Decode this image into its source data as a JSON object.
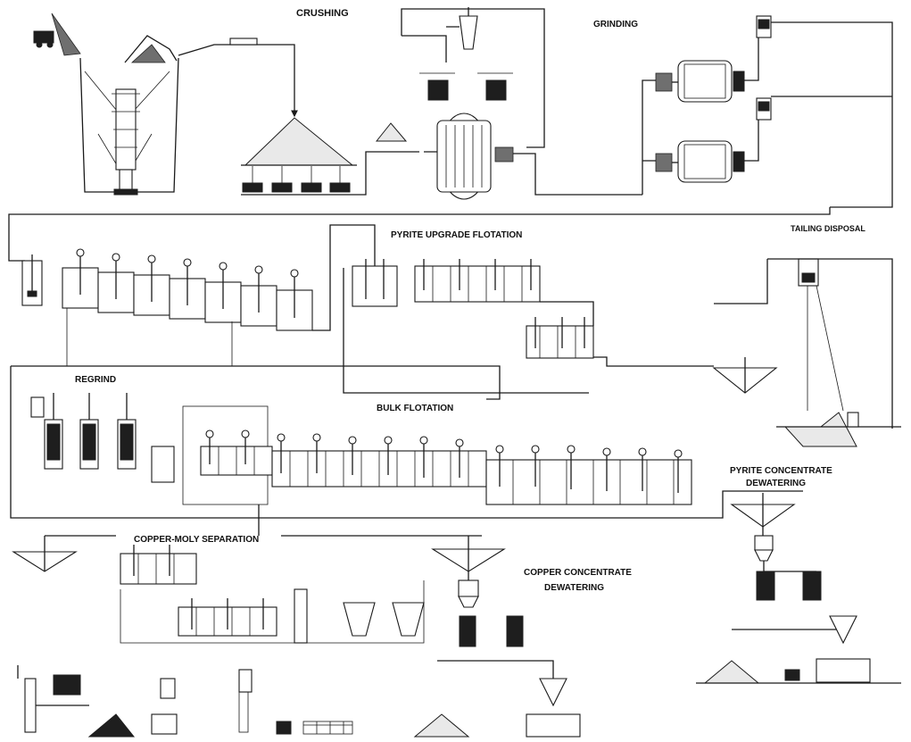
{
  "sections": {
    "crushing": "CRUSHING",
    "grinding": "GRINDING",
    "pyrite_upgrade": "PYRITE UPGRADE FLOTATION",
    "tailing_disposal": "TAILING DISPOSAL",
    "regrind": "REGRIND",
    "bulk_flotation": "BULK FLOTATION",
    "pyrite_conc_line1": "PYRITE CONCENTRATE",
    "pyrite_conc_line2": "DEWATERING",
    "copper_moly": "COPPER-MOLY SEPARATION",
    "copper_conc_line1": "COPPER CONCENTRATE",
    "copper_conc_line2": "DEWATERING"
  },
  "colors": {
    "line": "#1a1a1a",
    "equipment_fill": "#ffffff",
    "dark_equipment": "#1e1e1e",
    "background": "#ffffff"
  }
}
